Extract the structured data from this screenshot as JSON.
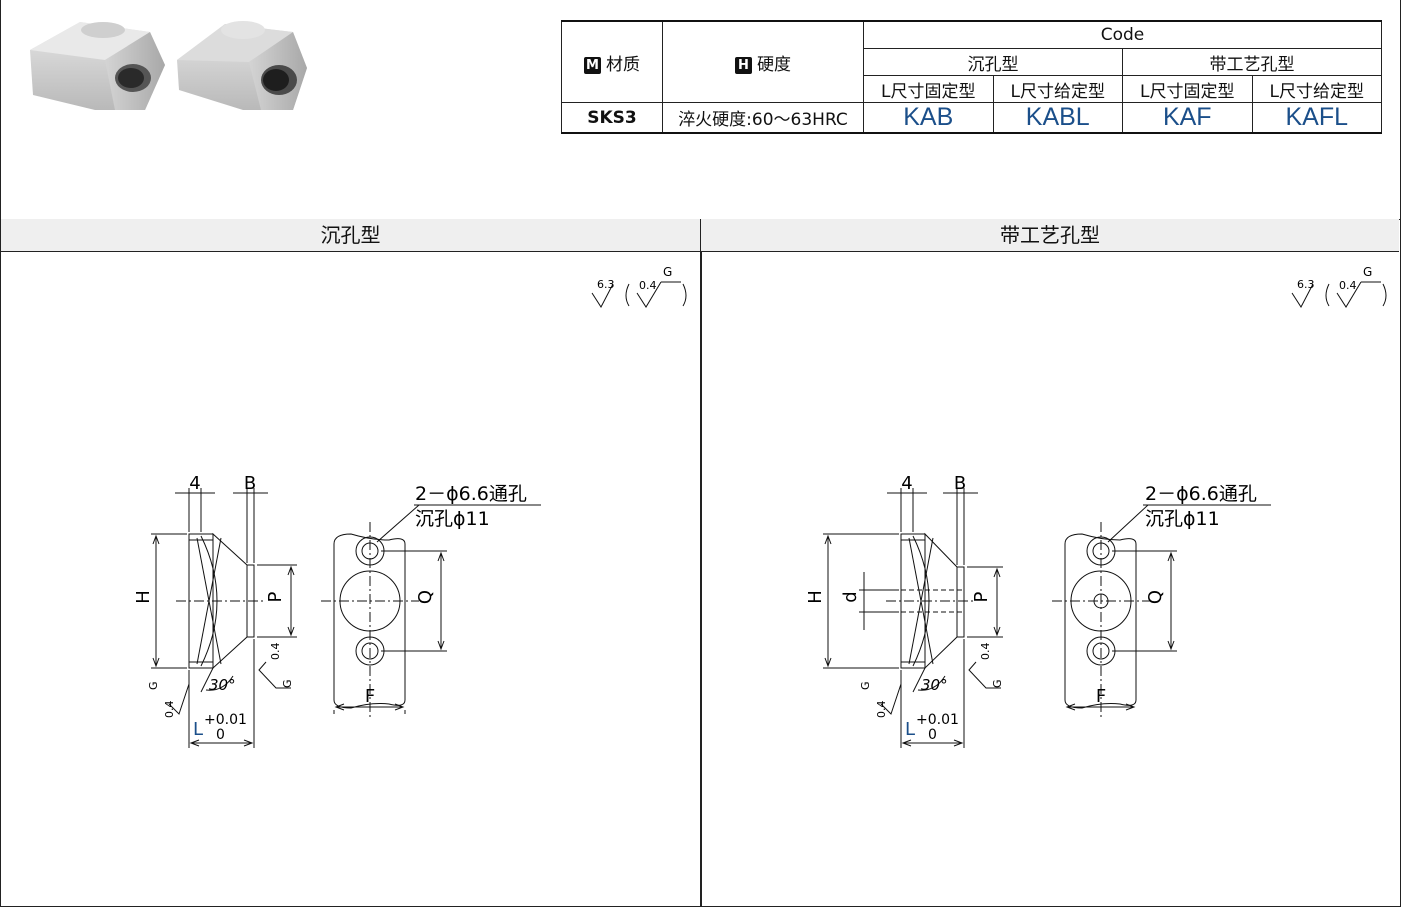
{
  "table": {
    "material_badge": "M",
    "material_label": "材质",
    "hardness_badge": "H",
    "hardness_label": "硬度",
    "code_label": "Code",
    "group_counterbore": "沉孔型",
    "group_tooling": "带工艺孔型",
    "sub_headers": [
      "L尺寸固定型",
      "L尺寸给定型",
      "L尺寸固定型",
      "L尺寸给定型"
    ],
    "material_value": "SKS3",
    "hardness_value": "淬火硬度:60～63HRC",
    "codes": [
      "KAB",
      "KABL",
      "KAF",
      "KAFL"
    ]
  },
  "panels": {
    "left_title": "沉孔型",
    "right_title": "带工艺孔型"
  },
  "drawing": {
    "roughness_main": "6.3",
    "roughness_fine": "0.4",
    "roughness_grade": "G",
    "dim_4": "4",
    "dim_B": "B",
    "dim_H": "H",
    "dim_P": "P",
    "dim_Q": "Q",
    "dim_F": "F",
    "dim_d": "d",
    "dim_L": "L",
    "tol_upper": "+0.01",
    "tol_lower": "0",
    "angle": "30°",
    "hole_note_1": "2－ϕ6.6通孔",
    "hole_note_2": "沉孔ϕ11"
  },
  "colors": {
    "code_blue": "#1b4f8a",
    "header_gray": "#efefef"
  }
}
